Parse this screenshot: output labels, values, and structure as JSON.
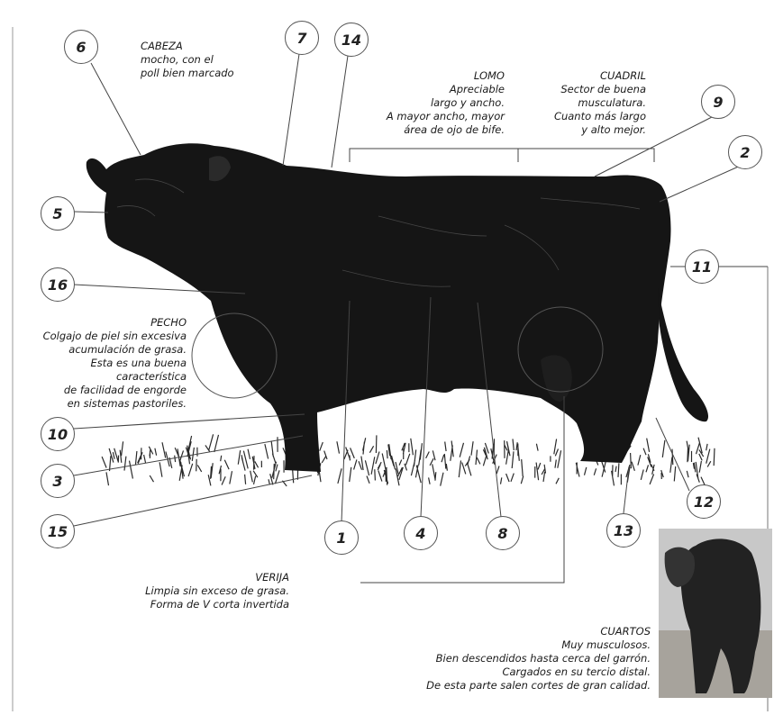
{
  "captions": {
    "cabeza": {
      "title": "CABEZA",
      "lines": [
        "mocho, con el",
        "poll bien marcado"
      ]
    },
    "lomo": {
      "title": "LOMO",
      "lines": [
        "Apreciable",
        "largo y ancho.",
        "A mayor ancho, mayor",
        "área de ojo de bife."
      ]
    },
    "cuadril": {
      "title": "CUADRIL",
      "lines": [
        "Sector de buena",
        "musculatura.",
        "Cuanto más largo",
        "y alto mejor."
      ]
    },
    "pecho": {
      "title": "PECHO",
      "lines": [
        "Colgajo de piel sin excesiva",
        "acumulación de grasa.",
        "Esta es una buena",
        "característica",
        "de facilidad de engorde",
        "en sistemas pastoriles."
      ]
    },
    "verija": {
      "title": "VERIJA",
      "lines": [
        "Limpia sin exceso de grasa.",
        "Forma de V corta invertida"
      ]
    },
    "cuartos": {
      "title": "CUARTOS",
      "lines": [
        "Muy musculosos.",
        "Bien descendidos hasta cerca del garrón.",
        "Cargados en su tercio distal.",
        "De esta parte salen cortes de gran calidad."
      ]
    }
  },
  "markers": {
    "m1": "1",
    "m2": "2",
    "m3": "3",
    "m4": "4",
    "m5": "5",
    "m6": "6",
    "m7": "7",
    "m8": "8",
    "m9": "9",
    "m10": "10",
    "m11": "11",
    "m12": "12",
    "m13": "13",
    "m14": "14",
    "m15": "15",
    "m16": "16"
  },
  "colors": {
    "bull": "#151515",
    "line": "#444444",
    "grass": "#2a2a2a"
  }
}
